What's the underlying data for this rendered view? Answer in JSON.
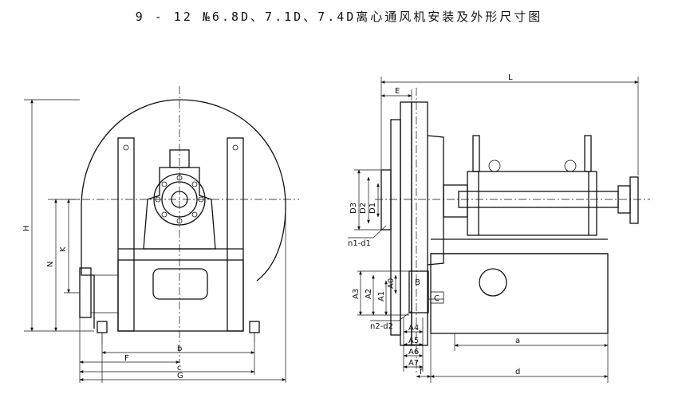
{
  "title": "9 - 12  №6.8D、7.1D、7.4D离心通风机安装及外形尺寸图",
  "front_view": {
    "labels": {
      "H": "H",
      "N": "N",
      "K": "K",
      "b": "b",
      "F": "F",
      "c": "c",
      "G": "G"
    }
  },
  "side_view": {
    "labels": {
      "L": "L",
      "E": "E",
      "D3": "D3",
      "D2": "D2",
      "D1": "D1",
      "n1d1": "n1-d1",
      "A3": "A3",
      "A2": "A2",
      "A1": "A1",
      "A0": "A0",
      "B": "B",
      "C": "C",
      "n2d2": "n2-d2",
      "A4": "A4",
      "A5": "A5",
      "A6": "A6",
      "A7": "A7",
      "a": "a",
      "f": "f",
      "d": "d"
    }
  }
}
